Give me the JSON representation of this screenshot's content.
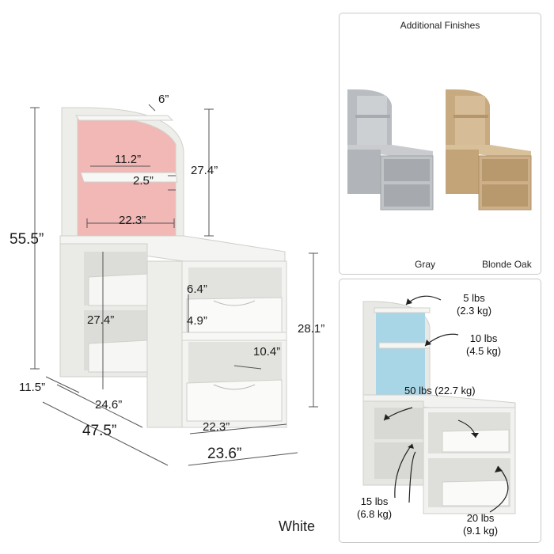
{
  "main_view": {
    "dimensions": {
      "shelf_depth": "6”",
      "inner_width": "11.2”",
      "hutch_height": "27.4”",
      "shelf_gap": "2.5”",
      "overall_height": "55.5”",
      "hutch_inner_width": "22.3”",
      "cubby_height": "6.4”",
      "left_cubby_height": "27.4”",
      "bin_height": "4.9”",
      "desk_height": "28.1”",
      "bin_depth": "10.4”",
      "side_depth": "11.5”",
      "desk_depth": "24.6”",
      "overall_width": "47.5”",
      "cabinet_inner_width": "22.3”",
      "cabinet_width": "23.6”"
    },
    "finish_label": "White",
    "colors": {
      "body": "#efefec",
      "accent": "#f2b8b6",
      "lines": "#555555"
    }
  },
  "finishes_panel": {
    "title": "Additional Finishes",
    "options": [
      {
        "label": "Gray",
        "color": "#b9bcc0"
      },
      {
        "label": "Blonde Oak",
        "color": "#c8aa80"
      }
    ]
  },
  "weights_panel": {
    "accent": "#a9d6e6",
    "labels": [
      {
        "lbs": "5 lbs",
        "kg": "(2.3 kg)"
      },
      {
        "lbs": "10 lbs",
        "kg": "(4.5 kg)"
      },
      {
        "lbs": "50 lbs (22.7 kg)",
        "kg": ""
      },
      {
        "lbs": "15 lbs",
        "kg": "(6.8 kg)"
      },
      {
        "lbs": "20 lbs",
        "kg": "(9.1 kg)"
      }
    ]
  }
}
